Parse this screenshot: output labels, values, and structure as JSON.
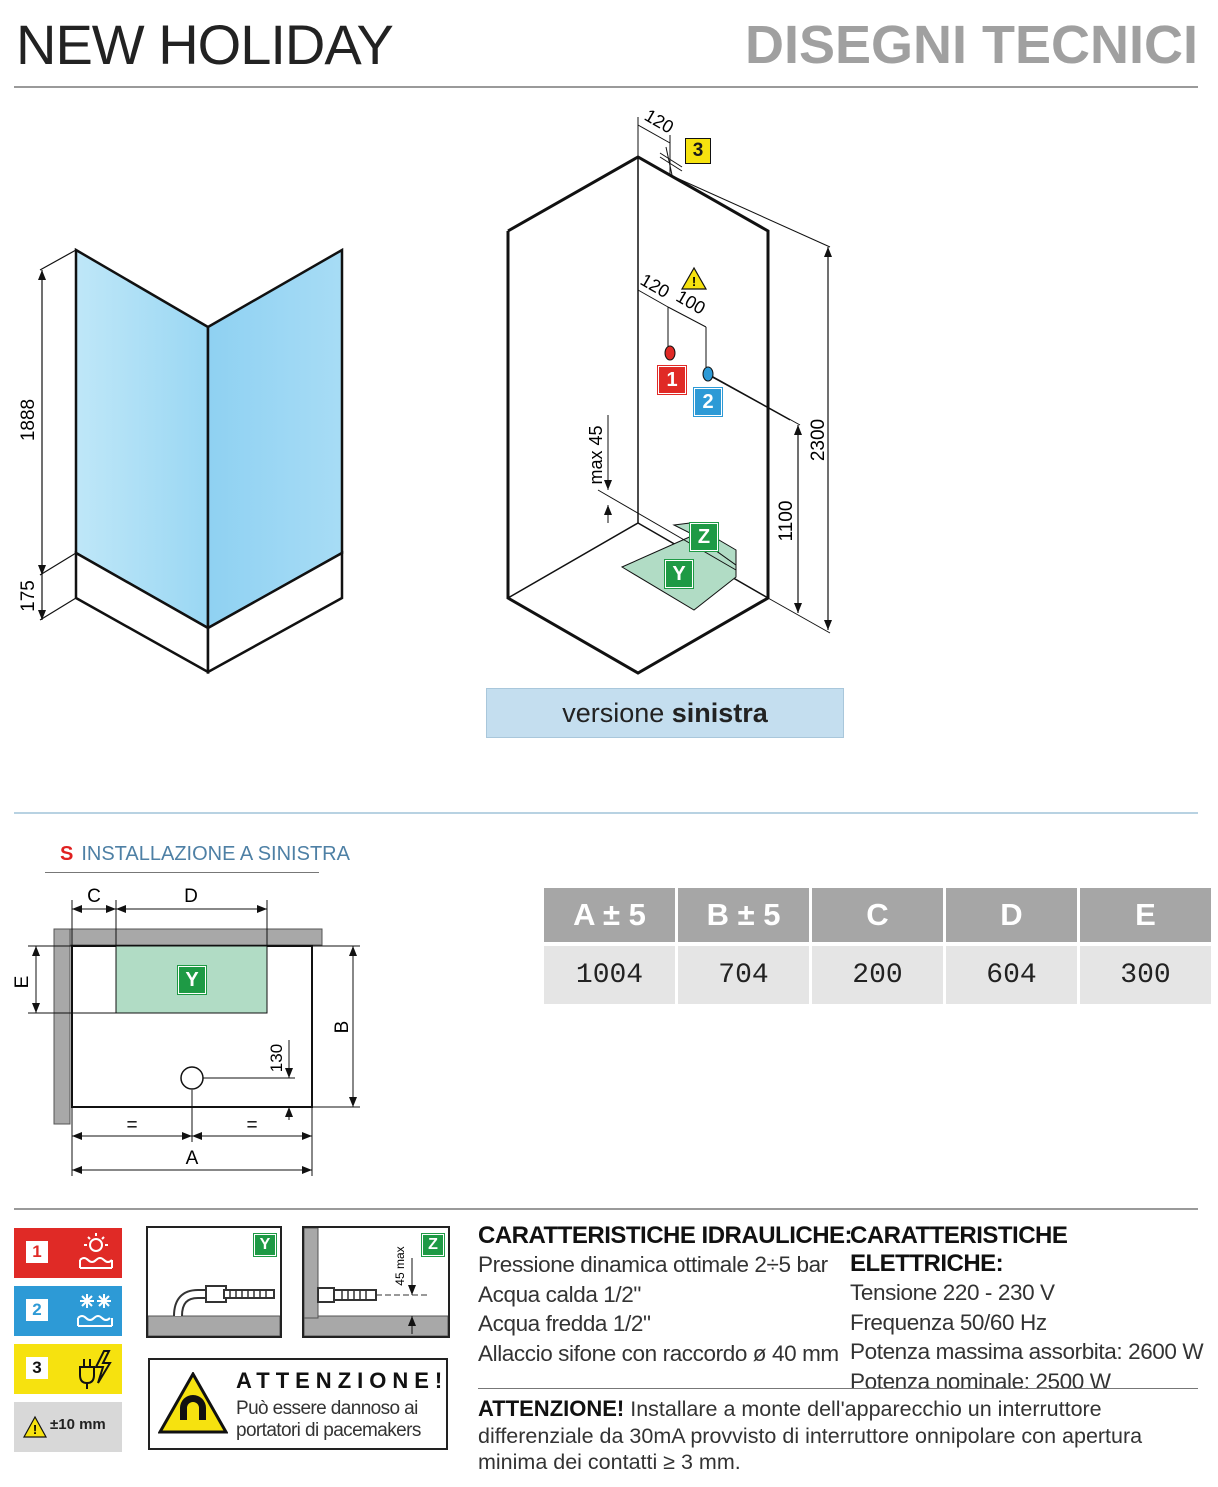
{
  "header": {
    "title": "NEW HOLIDAY",
    "subtitle": "DISEGNI TECNICI"
  },
  "drawing_left": {
    "dim_height_total": "1888",
    "dim_base": "175"
  },
  "drawing_right": {
    "dim_top_offset": "120",
    "dim_inlet_offset": "120",
    "dim_inlet_gap": "100",
    "dim_max_45": "max 45",
    "dim_1100": "1100",
    "dim_2300": "2300",
    "tag_1": "1",
    "tag_2": "2",
    "tag_3": "3",
    "tag_y": "Y",
    "tag_z": "Z"
  },
  "version": {
    "prefix": "versione",
    "emphasis": "sinistra"
  },
  "installation": {
    "code": "S",
    "label": "INSTALLAZIONE A SINISTRA",
    "dim_c": "C",
    "dim_d": "D",
    "dim_e": "E",
    "dim_b": "B",
    "dim_a": "A",
    "dim_130": "130",
    "equal_sign": "=",
    "tag_y": "Y"
  },
  "dimensions_table": {
    "headers": [
      "A ± 5",
      "B ± 5",
      "C",
      "D",
      "E"
    ],
    "values": [
      "1004",
      "704",
      "200",
      "604",
      "300"
    ]
  },
  "legend": {
    "item1": "1",
    "item2": "2",
    "item3": "3",
    "tolerance": "±10 mm",
    "icon_y_tag": "Y",
    "icon_z_tag": "Z",
    "icon_z_dim": "45 max",
    "attention_title": "ATTENZIONE!",
    "attention_line1": "Può essere dannoso ai",
    "attention_line2": "portatori di pacemakers"
  },
  "hydraulic": {
    "title": "CARATTERISTICHE IDRAULICHE:",
    "lines": [
      "Pressione dinamica ottimale 2÷5 bar",
      "Acqua calda 1/2\"",
      "Acqua fredda 1/2\"",
      "Allaccio sifone con raccordo ø 40 mm"
    ]
  },
  "electrical": {
    "title": "CARATTERISTICHE ELETTRICHE:",
    "lines": [
      "Tensione 220 - 230 V",
      "Frequenza 50/60 Hz",
      "Potenza massima assorbita: 2600 W",
      "Potenza nominale: 2500 W"
    ]
  },
  "warning": {
    "label": "ATTENZIONE!",
    "text": "Installare a monte dell'apparecchio un interruttore differenziale da 30mA provvisto di interruttore onnipolare con apertura minima dei contatti ≥ 3 mm."
  },
  "colors": {
    "hot": "#e02a26",
    "cold": "#2d9ad6",
    "electric": "#f6e20f",
    "drain": "#1e9a45",
    "glass": "#8fd2f2",
    "version_bg": "#c4deef",
    "table_header": "#a6a6a6"
  }
}
